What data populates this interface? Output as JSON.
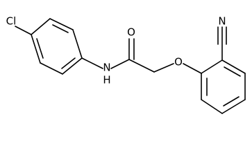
{
  "molecule": {
    "labels": {
      "chlorine": "Cl",
      "amide_nh": "N\nH",
      "nh_n": "N",
      "nh_h": "H",
      "carbonyl_o": "O",
      "ether_o": "O",
      "nitrile_n": "N"
    },
    "colors": {
      "bond": "#000000",
      "text": "#000000",
      "background": "#ffffff"
    }
  }
}
